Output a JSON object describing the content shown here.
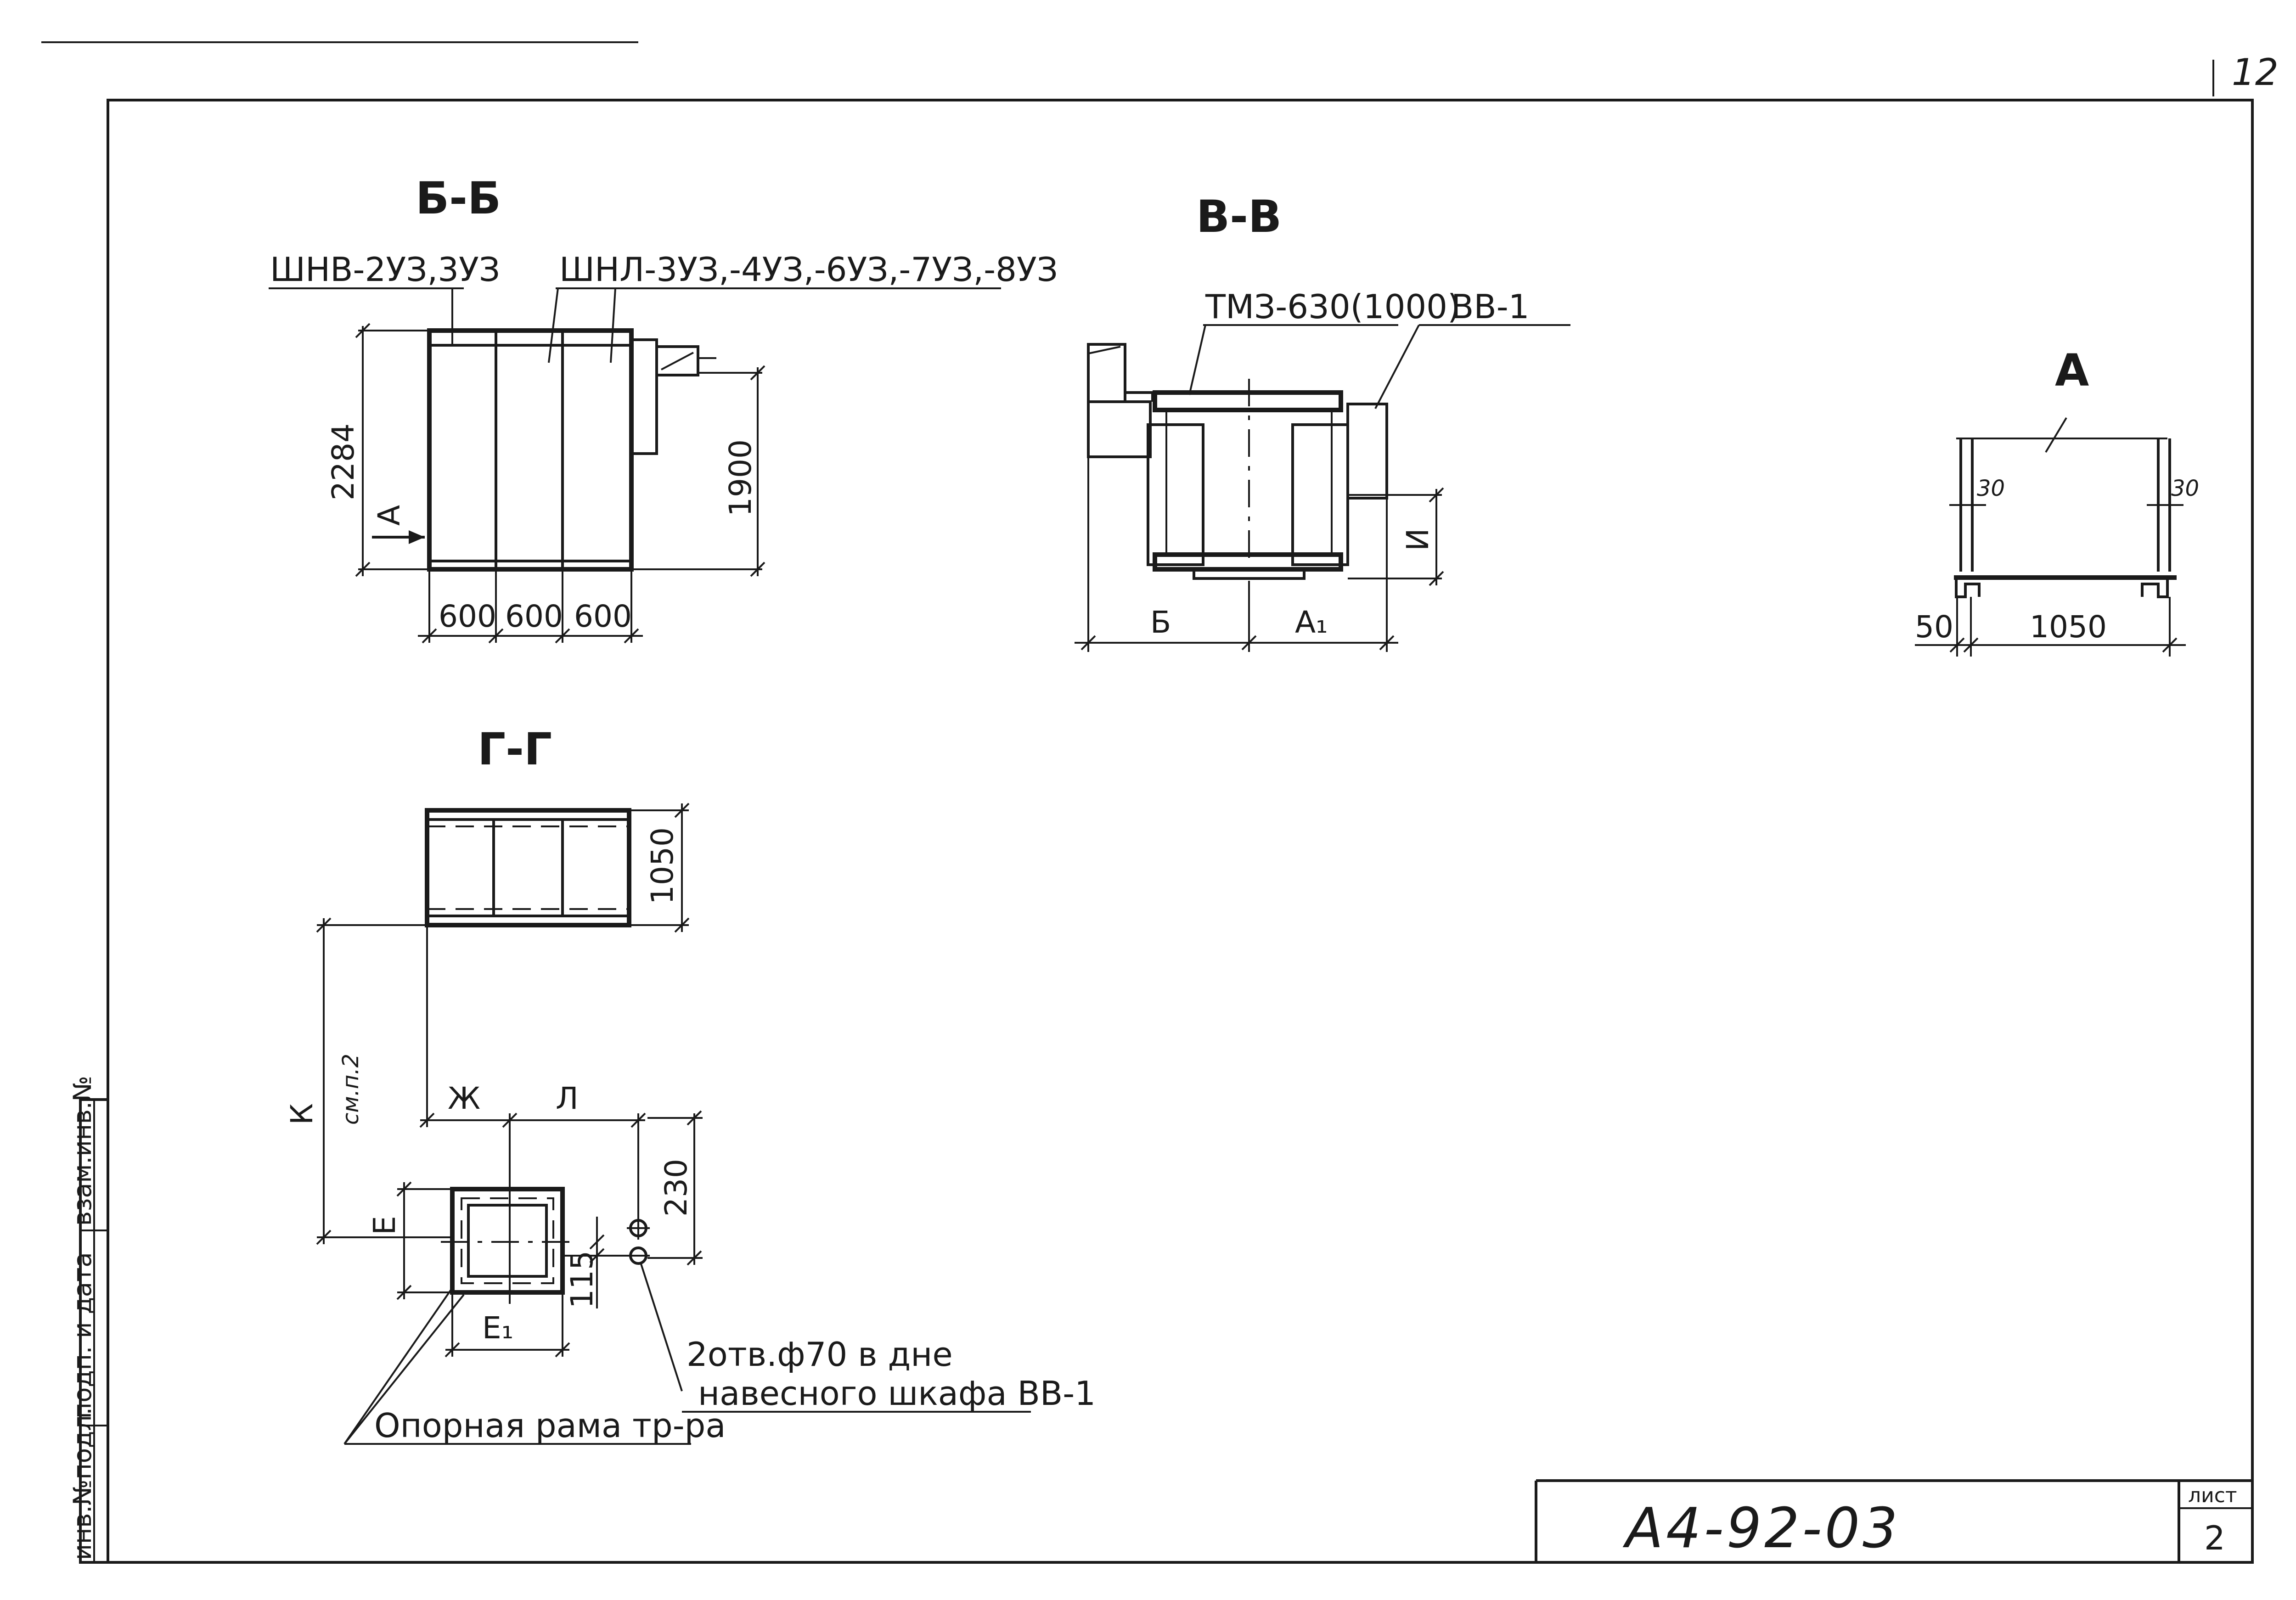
{
  "sheet": {
    "corner_number": "12",
    "doc_code": "А4-92-03",
    "sheet_label": "лист",
    "sheet_no": "2"
  },
  "side_stamp": [
    "инв.№подл.",
    "подп. и дата",
    "взам.инв.№"
  ],
  "section_bb": {
    "title": "Б-Б",
    "label_left": "ШНВ-2УЗ,3УЗ",
    "label_right": "ШНЛ-3УЗ,-4УЗ,-6УЗ,-7УЗ,-8УЗ",
    "dim_height": "2284",
    "dim_right": "1900",
    "view_arrow": "А",
    "dims_bottom": [
      "600",
      "600",
      "600"
    ]
  },
  "section_vv": {
    "title": "В-В",
    "label_transformer": "ТМЗ-630(1000)",
    "label_cabinet": "ВВ-1",
    "dim_b": "Б",
    "dim_a1": "А₁",
    "dim_i": "И"
  },
  "view_a": {
    "title": "А",
    "dim_left": "30",
    "dim_right": "30",
    "dim_50": "50",
    "dim_1050": "1050"
  },
  "section_gg": {
    "title": "Г-Г",
    "dim_1050": "1050",
    "dim_k": "К",
    "note_k": "см.п.2",
    "dim_zh": "Ж",
    "dim_l": "Л",
    "dim_e": "Е",
    "dim_e1": "Е₁",
    "dim_230": "230",
    "dim_115": "115",
    "note_holes_1": "2отв.ф70 в дне",
    "note_holes_2": "навесного шкафа ВВ-1",
    "note_frame": "Опорная рама тр-ра"
  }
}
